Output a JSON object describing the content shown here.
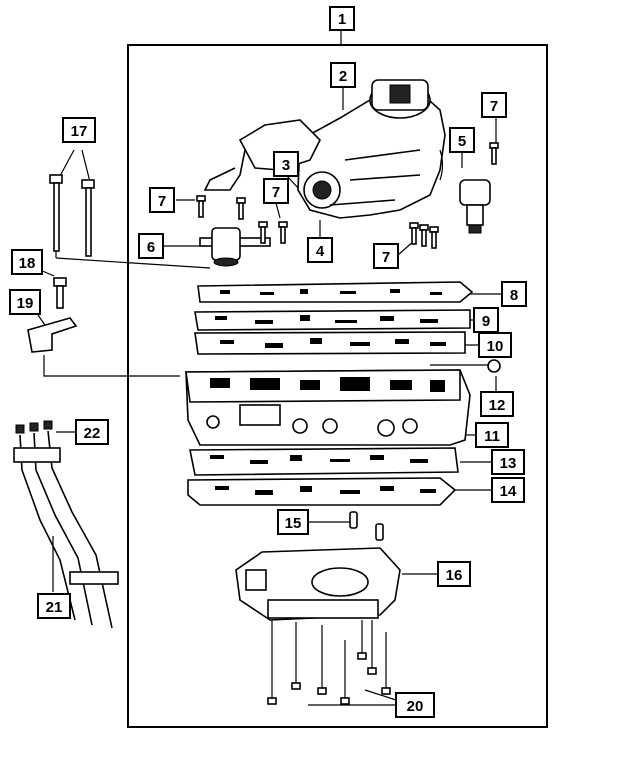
{
  "diagram": {
    "callouts": {
      "c1": "1",
      "c2": "2",
      "c3": "3",
      "c4": "4",
      "c5": "5",
      "c6": "6",
      "c7a": "7",
      "c7b": "7",
      "c7c": "7",
      "c7d": "7",
      "c8": "8",
      "c9": "9",
      "c10": "10",
      "c11": "11",
      "c12": "12",
      "c13": "13",
      "c14": "14",
      "c15": "15",
      "c16": "16",
      "c17": "17",
      "c18": "18",
      "c19": "19",
      "c20": "20",
      "c21": "21",
      "c22": "22"
    }
  }
}
